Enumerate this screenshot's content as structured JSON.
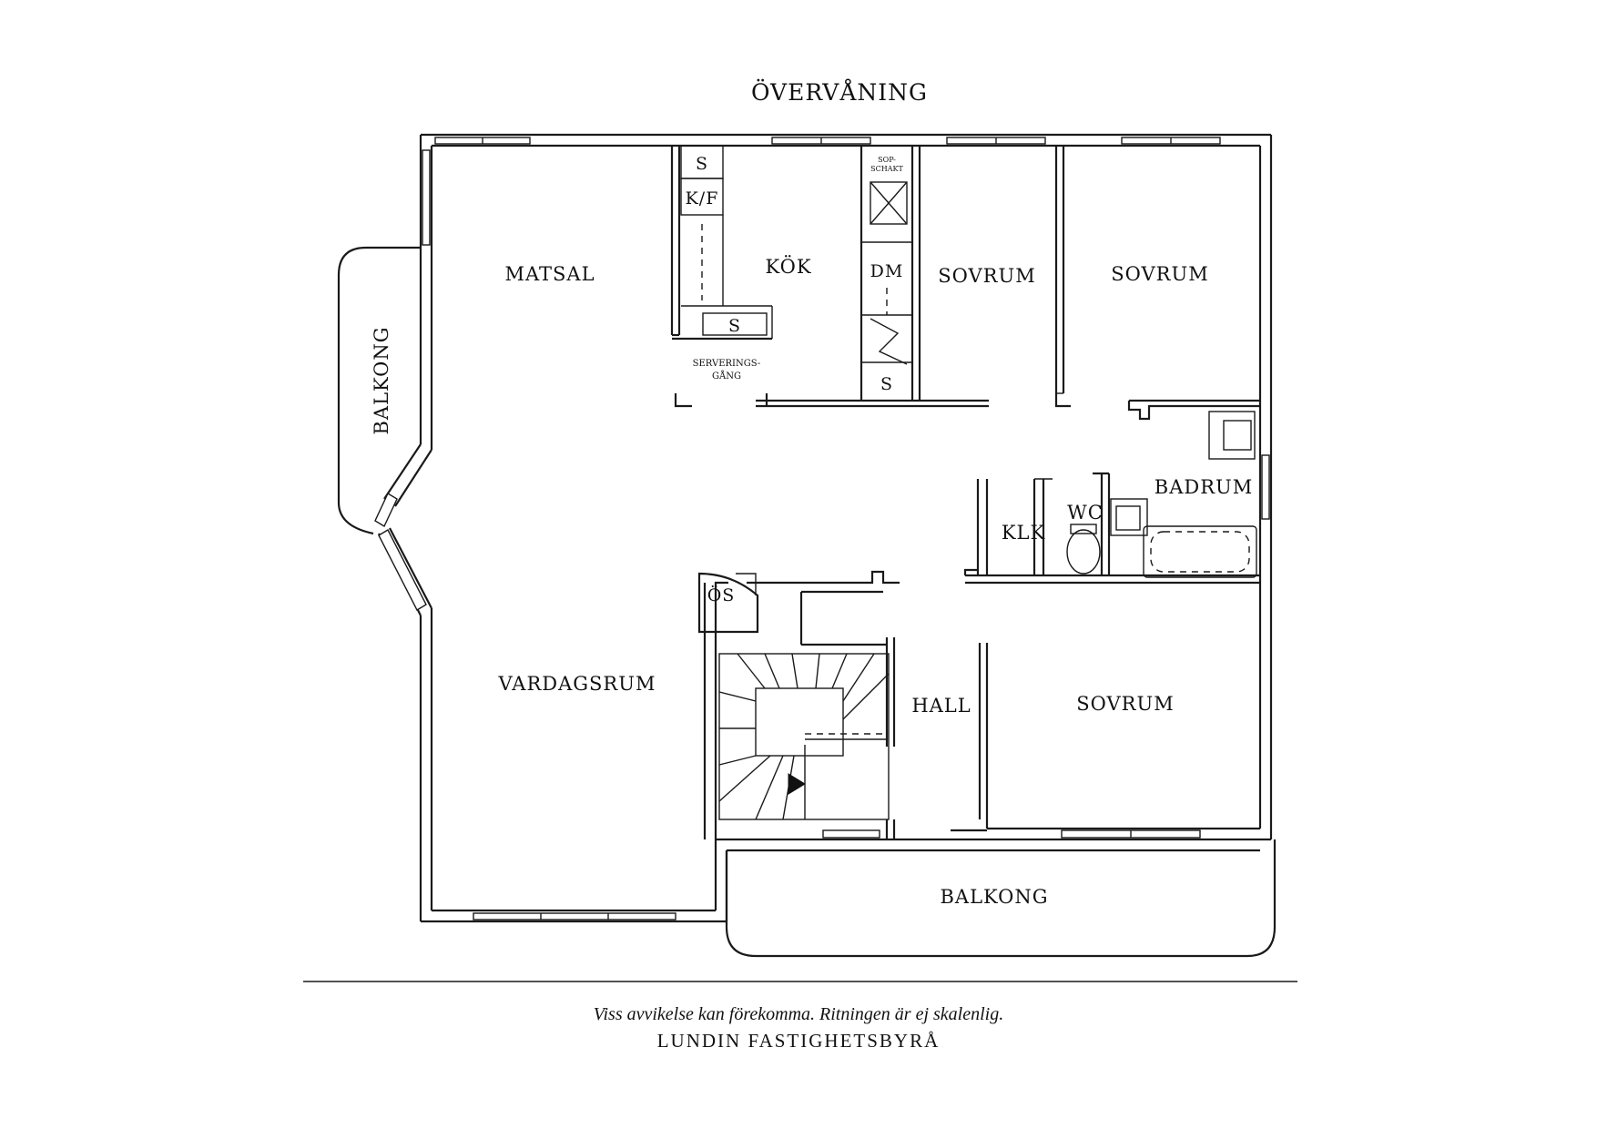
{
  "title": "ÖVERVÅNING",
  "rooms": {
    "matsal": "MATSAL",
    "kok": "KÖK",
    "sovrum_1": "SOVRUM",
    "sovrum_2": "SOVRUM",
    "sovrum_3": "SOVRUM",
    "vardagsrum": "VARDAGSRUM",
    "hall": "HALL",
    "klk": "KLK",
    "wc": "WC",
    "badrum": "BADRUM",
    "balkong_west": "BALKONG",
    "balkong_south": "BALKONG"
  },
  "fixtures": {
    "s_top": "S",
    "kf": "K/F",
    "s_counter": "S",
    "dm": "DM",
    "s_right": "S",
    "sopschakt_line1": "SOP-",
    "sopschakt_line2": "SCHAKT",
    "serveringsgang_line1": "SERVERINGS-",
    "serveringsgang_line2": "GÅNG",
    "os": "ÖS"
  },
  "footer": {
    "disclaimer": "Viss avvikelse kan förekomma. Ritningen är ej skalenlig.",
    "brand": "LUNDIN FASTIGHETSBYRÅ"
  }
}
